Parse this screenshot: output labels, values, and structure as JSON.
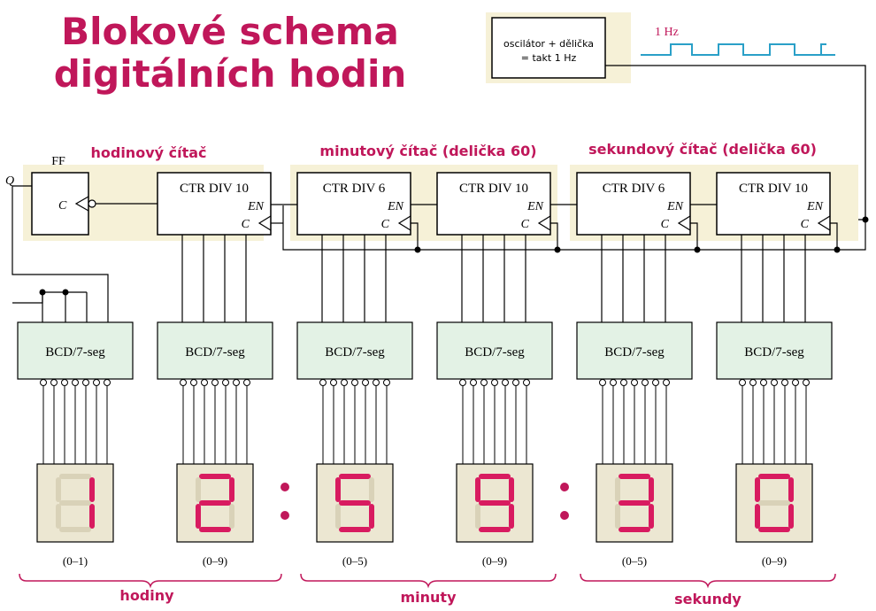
{
  "title": {
    "line1": "Blokové schema",
    "line2": "digitálních hodin"
  },
  "oscillator": {
    "line1": "oscilátor + dělička",
    "line2": "= takt 1 Hz",
    "wave_label": "1 Hz"
  },
  "flipflop": {
    "name": "FF",
    "clock_pin": "C",
    "output": "Q"
  },
  "counter_groups": {
    "hours": "hodinový čítač",
    "minutes": "minutový čítač (delička 60)",
    "seconds": "sekundový čítač (delička 60)"
  },
  "counters": [
    {
      "label": "CTR DIV 10",
      "en": "EN",
      "clk": "C"
    },
    {
      "label": "CTR DIV 6",
      "en": "EN",
      "clk": "C"
    },
    {
      "label": "CTR DIV 10",
      "en": "EN",
      "clk": "C"
    },
    {
      "label": "CTR DIV 6",
      "en": "EN",
      "clk": "C"
    },
    {
      "label": "CTR DIV 10",
      "en": "EN",
      "clk": "C"
    }
  ],
  "decoder_label": "BCD/7-seg",
  "displays": [
    {
      "digit": "1",
      "range": "(0–1)"
    },
    {
      "digit": "2",
      "range": "(0–9)"
    },
    {
      "digit": "5",
      "range": "(0–5)"
    },
    {
      "digit": "9",
      "range": "(0–9)"
    },
    {
      "digit": "3",
      "range": "(0–5)"
    },
    {
      "digit": "0",
      "range": "(0–9)"
    }
  ],
  "groups": {
    "hours": "hodiny",
    "minutes": "minuty",
    "seconds": "sekundy"
  },
  "colors": {
    "accent": "#c0175a",
    "decoder_fill": "#e3f2e5",
    "panel_bg": "#f6f1d7",
    "wave": "#2aa0c8",
    "display_bg": "#ece7d2"
  }
}
